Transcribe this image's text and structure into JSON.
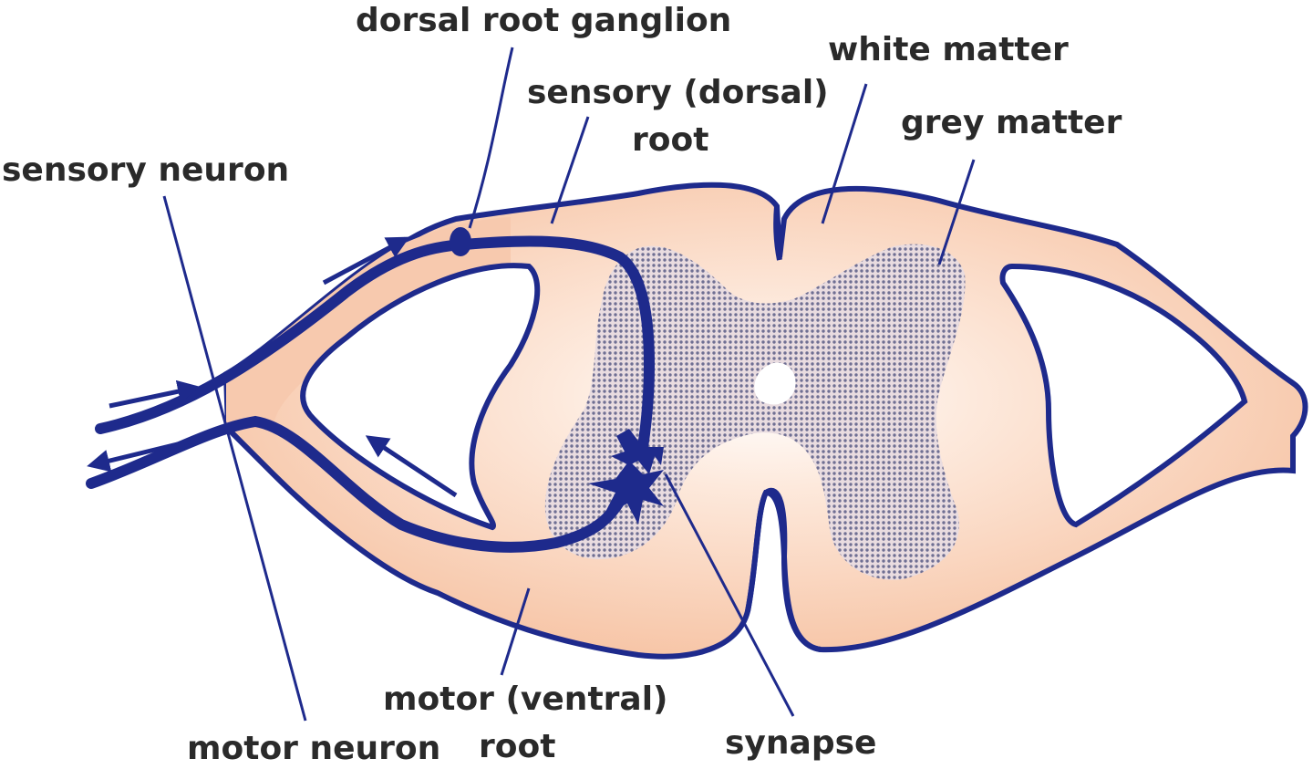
{
  "labels": {
    "dorsal_root_ganglion": "dorsal root ganglion",
    "white_matter": "white matter",
    "sensory_dorsal_root_line1": "sensory (dorsal)",
    "sensory_dorsal_root_line2": "root",
    "grey_matter": "grey matter",
    "sensory_neuron": "sensory neuron",
    "motor_ventral_root_line1": "motor (ventral)",
    "motor_ventral_root_line2": "root",
    "motor_neuron": "motor neuron",
    "synapse": "synapse"
  },
  "colors": {
    "outline": "#1e2a8c",
    "tissue": "#f7c9ae",
    "tissue_light": "#fdeee6",
    "grey_matter": "#8a8aa6",
    "text": "#2a2a2a"
  }
}
